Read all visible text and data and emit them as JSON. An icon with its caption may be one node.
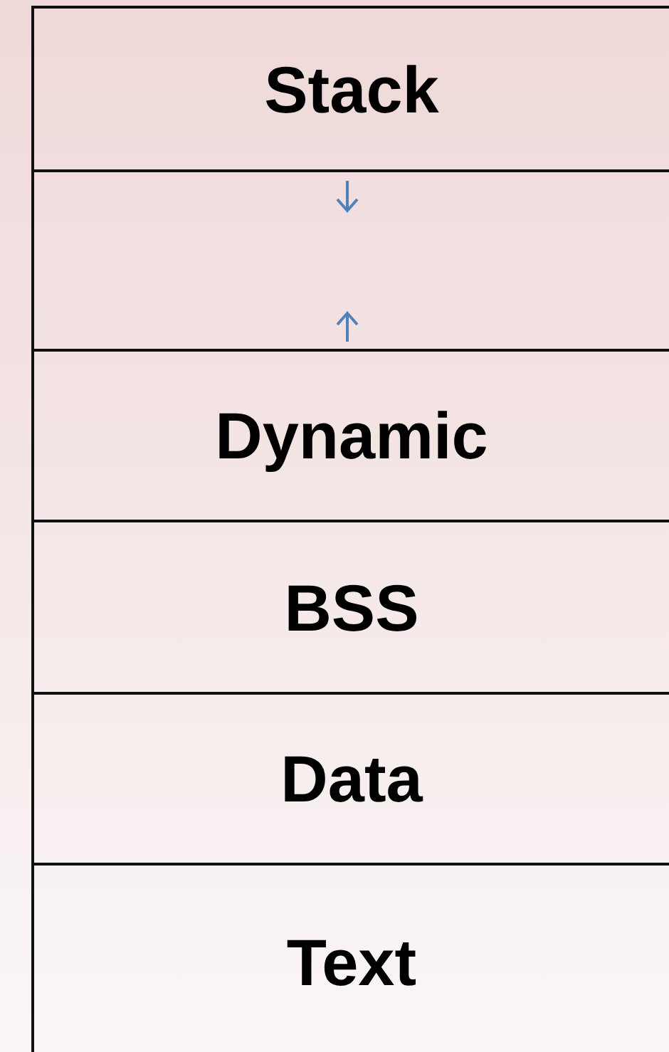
{
  "diagram": {
    "nodes": [
      {
        "text": [
          "Stack"
        ]
      },
      {
        "text": [],
        "shape": "box"
      },
      {
        "text": [
          "Dynamic"
        ]
      },
      {
        "text": [
          "BSS"
        ]
      },
      {
        "text": [
          "Data"
        ]
      },
      {
        "text": [
          "Text"
        ]
      }
    ]
  }
}
